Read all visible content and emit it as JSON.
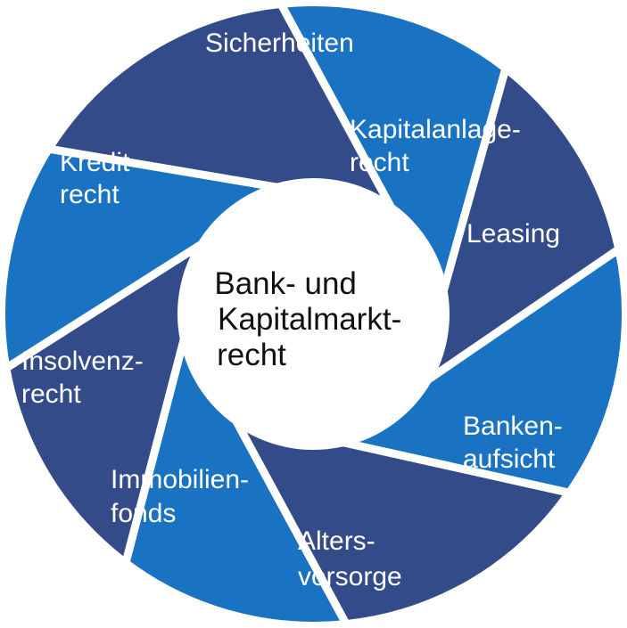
{
  "diagram": {
    "center": {
      "lines": [
        "Bank- und",
        "Kapitalmarkt-",
        "recht"
      ]
    },
    "colors": {
      "dark": "#344B8A",
      "light": "#1A72C2",
      "gap": "#ffffff",
      "center_text": "#111111"
    },
    "segments": [
      {
        "lines": [
          "Sicherheiten"
        ],
        "tone": "light"
      },
      {
        "lines": [
          "Kapitalanlage-",
          "recht"
        ],
        "tone": "dark"
      },
      {
        "lines": [
          "Leasing"
        ],
        "tone": "light"
      },
      {
        "lines": [
          "Banken-",
          "aufsicht"
        ],
        "tone": "dark"
      },
      {
        "lines": [
          "Alters-",
          "vorsorge"
        ],
        "tone": "light"
      },
      {
        "lines": [
          "Immobilien-",
          "fonds"
        ],
        "tone": "dark"
      },
      {
        "lines": [
          "Insolvenz-",
          "recht"
        ],
        "tone": "light"
      },
      {
        "lines": [
          "Kredit",
          "recht"
        ],
        "tone": "dark"
      }
    ]
  }
}
